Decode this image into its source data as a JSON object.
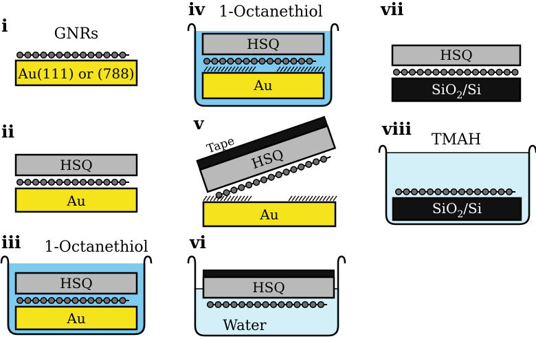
{
  "colors": {
    "gold": "#f5e31b",
    "hsq": "#b9b9b9",
    "dark": "#111111",
    "blue_bath": "#7ecbf0",
    "light_bath": "#d3eff7",
    "ribbon_dot": "#6e6e6e"
  },
  "panels": {
    "i": {
      "numeral": "i",
      "title": "GNRs",
      "substrate": "Au(111) or (788)"
    },
    "ii": {
      "numeral": "ii",
      "hsq": "HSQ",
      "substrate": "Au"
    },
    "iii": {
      "numeral": "iii",
      "title": "1-Octanethiol",
      "hsq": "HSQ",
      "substrate": "Au"
    },
    "iv": {
      "numeral": "iv",
      "title": "1-Octanethiol",
      "hsq": "HSQ",
      "substrate": "Au"
    },
    "v": {
      "numeral": "v",
      "tape": "Tape",
      "hsq": "HSQ",
      "substrate": "Au"
    },
    "vi": {
      "numeral": "vi",
      "hsq": "HSQ",
      "liquid": "Water"
    },
    "vii": {
      "numeral": "vii",
      "hsq": "HSQ",
      "substrate_main": "SiO",
      "substrate_sub": "2",
      "substrate_tail": "/Si"
    },
    "viii": {
      "numeral": "viii",
      "title": "TMAH",
      "substrate_main": "SiO",
      "substrate_sub": "2",
      "substrate_tail": "/Si"
    }
  }
}
